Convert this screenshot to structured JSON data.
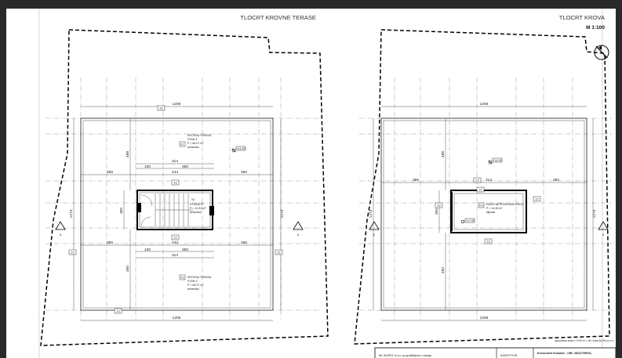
{
  "left_plan": {
    "title": "TLOCRT KROVNE TERASE",
    "top_dimension": "1206",
    "bottom_dimension": "1206",
    "left_dimension": "1273",
    "right_dimension": "1273",
    "upper_height": "488",
    "lower_height": "490",
    "upper_widths": [
      "314"
    ],
    "row_a": [
      "356",
      "444",
      "360"
    ],
    "row_b_small": [
      "100",
      "360"
    ],
    "row_c": [
      "356",
      "444",
      "360"
    ],
    "row_d_small": [
      "100",
      "360"
    ],
    "lower_widths": [
      "314"
    ],
    "mid_vertical": "350",
    "section_marker": "1",
    "tags": [
      "Z3",
      "Z3",
      "Z3",
      "Z3",
      "Z3",
      "Z3"
    ],
    "upper_room": {
      "code": "K1",
      "name": "KROVNA TERASA",
      "unit": "STAN 4",
      "area": "P = 66.07 m²",
      "finish": "keramika"
    },
    "stair_room": {
      "code": "S1",
      "name": "STUBIŠTE",
      "area": "P = 12.81 m²",
      "finish": "keramika"
    },
    "lower_room": {
      "code": "K2",
      "name": "KROVNA TERASA",
      "unit": "STAN 3",
      "area": "P = 66.07 m²",
      "finish": "keramika"
    },
    "level_mark": "+14.30"
  },
  "right_plan": {
    "title": "TLOCRT KROVA",
    "scale": "M 1:100",
    "top_dimension": "1206",
    "bottom_dimension": "1206",
    "left_dimension": "1273",
    "right_dimension": "1273",
    "upper_height": "488",
    "lower_height": "490",
    "row_a": [
      "386",
      "314",
      "380"
    ],
    "mid_vertical": "350",
    "section_marker": "1",
    "tags": [
      "Z3",
      "Z3",
      "Z3",
      "Z3",
      "Z3"
    ],
    "roof": {
      "code": "K3",
      "name": "RAVNI NEPROHODNI KROV",
      "area": "P = 14.30 m²",
      "finish": "šljunak"
    },
    "level_mark": "+14.30",
    "level_mark_2": "+17.00"
  },
  "footer": {
    "levels_note": "apsolutna kota ± 0.00 m = rel. kota 44.30 m.n.v.",
    "investor_company": "ML INVEST d.o.o. za graditeljstvo i usluge",
    "investor_label": "INVESTITOR",
    "owner": "Kesseckert Susanne , OIB: 45211795033,"
  }
}
